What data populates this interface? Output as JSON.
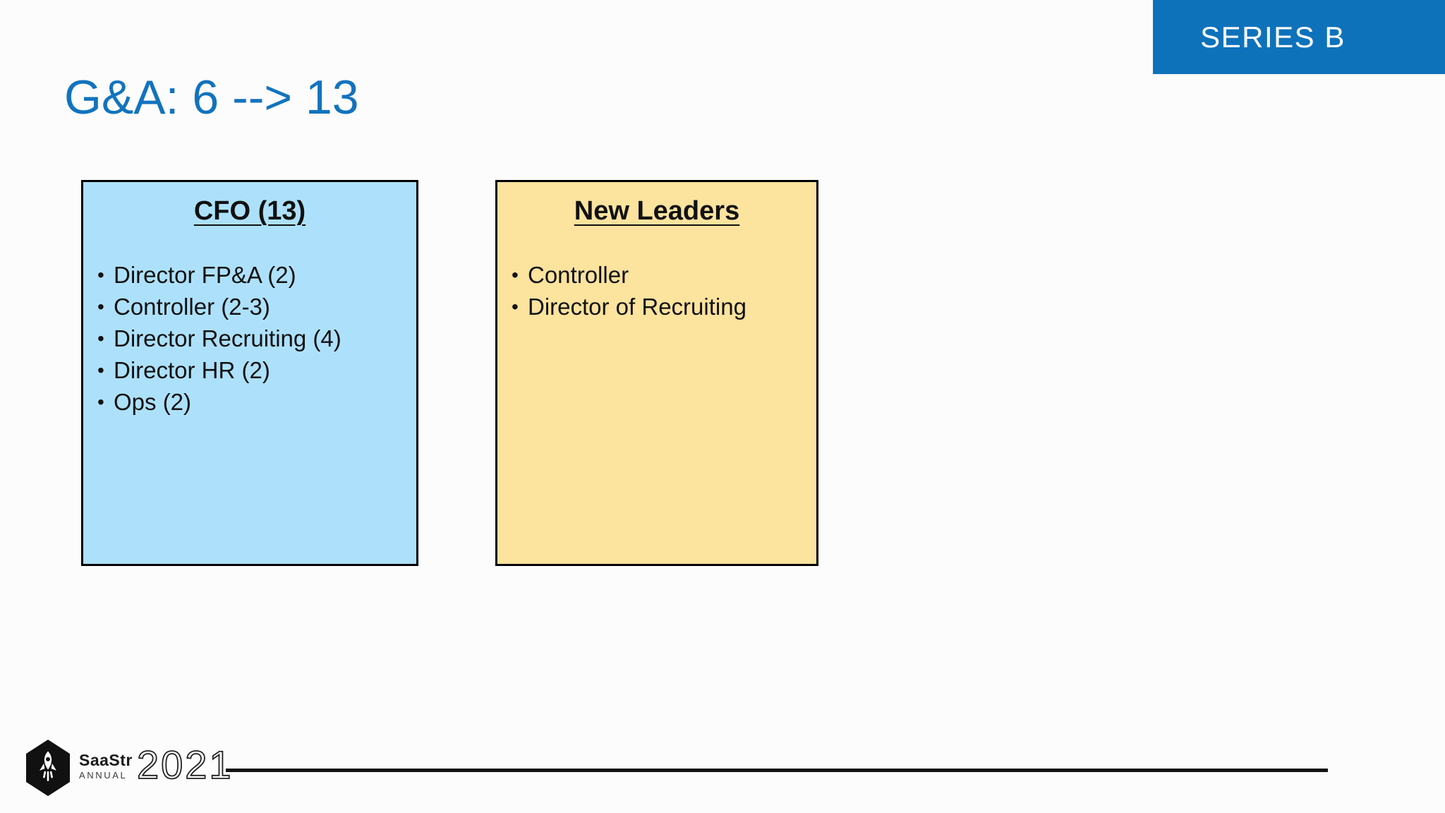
{
  "banner": {
    "label": "SERIES B",
    "bg_color": "#0E72BB",
    "text_color": "#FFFFFF"
  },
  "title": {
    "text": "G&A: 6 --> 13",
    "color": "#1273BE"
  },
  "boxes": {
    "cfo": {
      "header": "CFO (13)",
      "bg_color": "#ADE1FB",
      "items": [
        "Director FP&A (2)",
        "Controller (2-3)",
        "Director Recruiting (4)",
        "Director HR (2)",
        "Ops (2)"
      ]
    },
    "new_leaders": {
      "header": "New Leaders",
      "bg_color": "#FCE39E",
      "items": [
        "Controller",
        "Director of Recruiting"
      ]
    }
  },
  "footer": {
    "brand": "SaaStr",
    "brand_sub": "ANNUAL",
    "year": "2021",
    "icon": "rocket-icon"
  }
}
